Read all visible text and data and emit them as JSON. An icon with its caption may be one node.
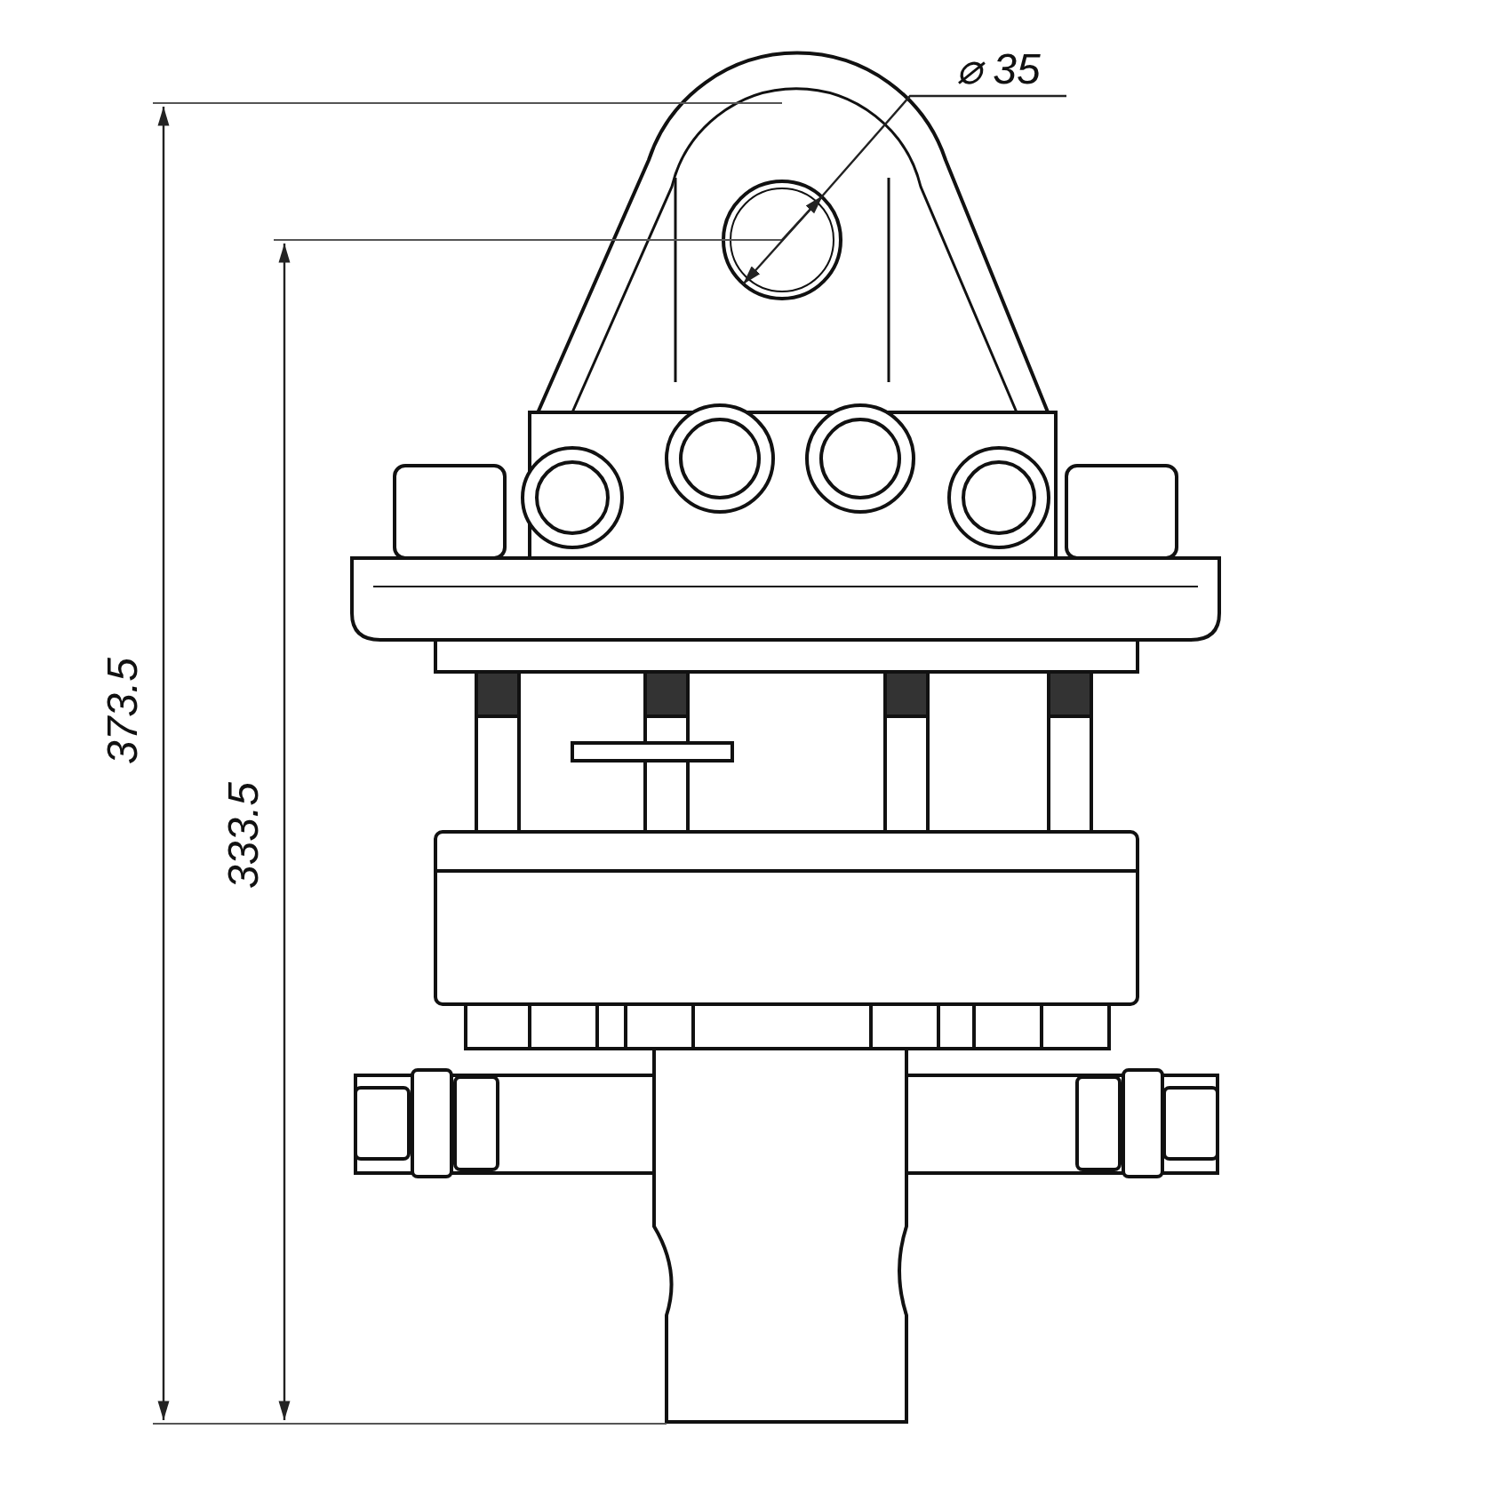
{
  "diagram": {
    "labels": [
      "⌀ 35",
      "373.5",
      "333.5"
    ]
  }
}
